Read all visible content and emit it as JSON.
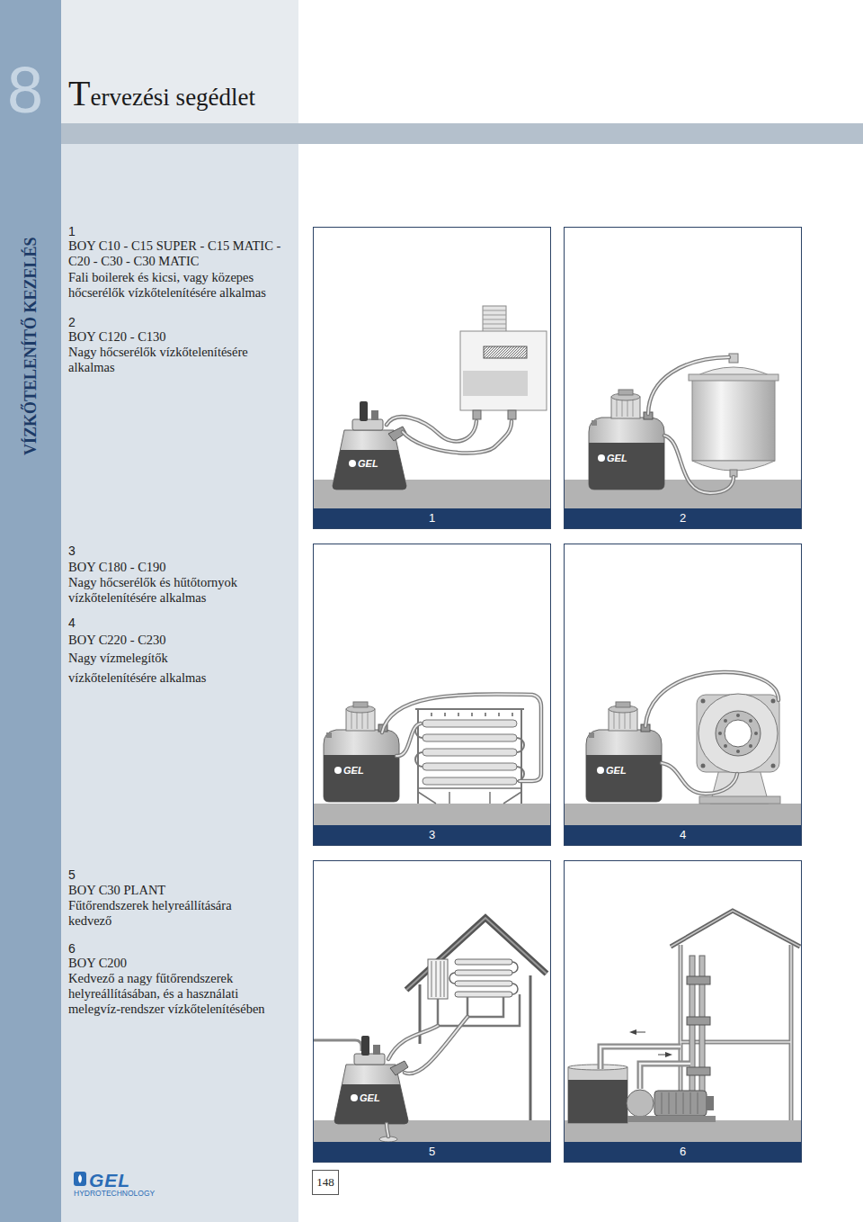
{
  "diagram": {
    "title": "Tervezési segédlet",
    "nodes": [
      {
        "text": [
          "1"
        ]
      },
      {
        "text": [
          "2"
        ]
      },
      {
        "text": [
          "3"
        ]
      },
      {
        "text": [
          "4"
        ]
      },
      {
        "text": [
          "5"
        ]
      },
      {
        "text": [
          "6"
        ]
      },
      {
        "text": [
          "148"
        ]
      }
    ],
    "labels": [
      "8",
      "VÍZKŐTELENÍTŐ KEZELÉS",
      "1",
      "BOY C10 - C15 SUPER - C15 MATIC - C20 - C30 - C30 MATIC",
      "Fali boilerek és kicsi, vagy közepes hőcserélők vízkőtelenítésére alkalmas",
      "2",
      "BOY C120 - C130",
      "Nagy hőcserélők vízkőtelenítésére alkalmas",
      "3",
      "BOY C180 - C190",
      "Nagy hőcserélők és hűtőtornyok vízkőtelenítésére alkalmas",
      "4",
      "BOY C220 - C230",
      "Nagy vízmelegítők vízkőtelenítésére alkalmas",
      "5",
      "BOY C30 PLANT",
      "Fűtőrendszerek helyreállítására kedvező",
      "6",
      "BOY C200",
      "Kedvező a nagy fűtőrendszerek helyreállításában, és a használati melegvíz-rendszer vízkőtelenítésében",
      "GEL",
      "GEL",
      "GEL",
      "GEL",
      "GEL",
      "GEL",
      "HYDROTECHNOLOGY"
    ]
  }
}
